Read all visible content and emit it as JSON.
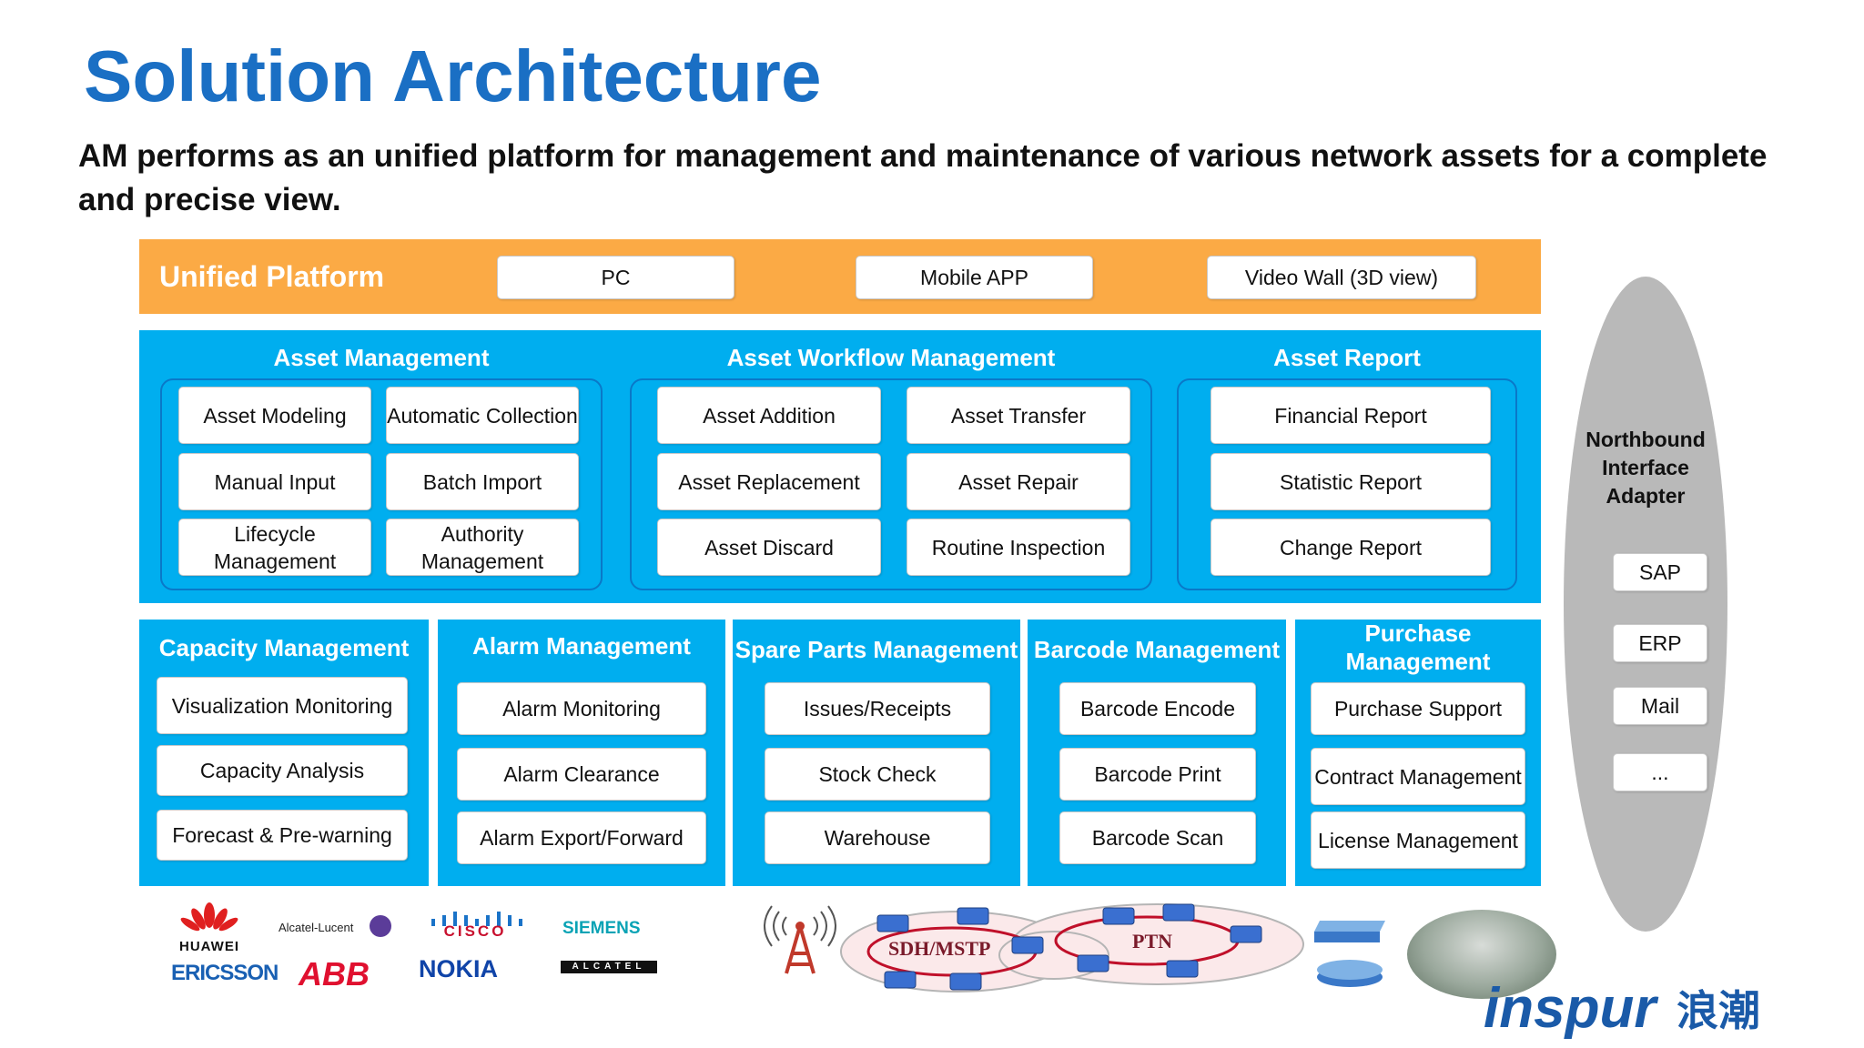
{
  "title": "Solution Architecture",
  "subtitle": "AM performs as an unified platform for management and maintenance of various network assets for a complete and precise view.",
  "platform": {
    "label": "Unified Platform",
    "items": [
      "PC",
      "Mobile APP",
      "Video Wall (3D view)"
    ]
  },
  "asset_management": {
    "title": "Asset Management",
    "items": [
      "Asset Modeling",
      "Automatic Collection",
      "Manual Input",
      "Batch Import",
      "Lifecycle Management",
      "Authority Management"
    ]
  },
  "asset_workflow": {
    "title": "Asset Workflow Management",
    "items": [
      "Asset Addition",
      "Asset Transfer",
      "Asset Replacement",
      "Asset Repair",
      "Asset Discard",
      "Routine Inspection"
    ]
  },
  "asset_report": {
    "title": "Asset Report",
    "items": [
      "Financial Report",
      "Statistic Report",
      "Change Report"
    ]
  },
  "capacity": {
    "title": "Capacity Management",
    "items": [
      "Visualization Monitoring",
      "Capacity Analysis",
      "Forecast & Pre-warning"
    ]
  },
  "alarm": {
    "title": "Alarm Management",
    "items": [
      "Alarm Monitoring",
      "Alarm Clearance",
      "Alarm Export/Forward"
    ]
  },
  "spare_parts": {
    "title": "Spare Parts Management",
    "items": [
      "Issues/Receipts",
      "Stock Check",
      "Warehouse"
    ]
  },
  "barcode": {
    "title": "Barcode Management",
    "items": [
      "Barcode Encode",
      "Barcode Print",
      "Barcode Scan"
    ]
  },
  "purchase": {
    "title": "Purchase Management",
    "items": [
      "Purchase Support",
      "Contract Management",
      "License Management"
    ]
  },
  "northbound": {
    "title": "Northbound Interface Adapter",
    "items": [
      "SAP",
      "ERP",
      "Mail",
      "..."
    ]
  },
  "vendors": [
    "HUAWEI",
    "Alcatel-Lucent",
    "CISCO",
    "SIEMENS",
    "ERICSSON",
    "ABB",
    "NOKIA",
    "ALCATEL"
  ],
  "network_labels": [
    "SDH/MSTP",
    "PTN"
  ],
  "brand": {
    "latin": "inspur",
    "chinese": "浪潮"
  },
  "colors": {
    "title": "#1a6fc4",
    "platform_bar": "#fbaa45",
    "panel_blue": "#00aeef",
    "panel_border": "#0a78c8",
    "ellipse": "#b9b9b9",
    "brand_blue": "#1a5aa8"
  }
}
